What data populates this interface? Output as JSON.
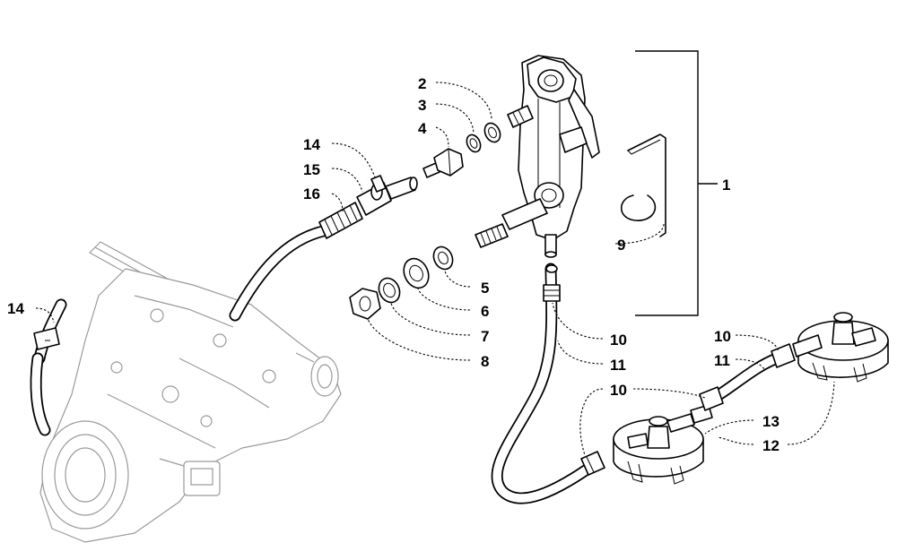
{
  "callouts": [
    {
      "id": "c2",
      "label": "2"
    },
    {
      "id": "c3",
      "label": "3"
    },
    {
      "id": "c4",
      "label": "4"
    },
    {
      "id": "c14a",
      "label": "14"
    },
    {
      "id": "c15",
      "label": "15"
    },
    {
      "id": "c16",
      "label": "16"
    },
    {
      "id": "c1",
      "label": "1"
    },
    {
      "id": "c9",
      "label": "9"
    },
    {
      "id": "c14b",
      "label": "14"
    },
    {
      "id": "c5",
      "label": "5"
    },
    {
      "id": "c6",
      "label": "6"
    },
    {
      "id": "c7",
      "label": "7"
    },
    {
      "id": "c8",
      "label": "8"
    },
    {
      "id": "c10a",
      "label": "10"
    },
    {
      "id": "c11a",
      "label": "11"
    },
    {
      "id": "c10b",
      "label": "10"
    },
    {
      "id": "c11b",
      "label": "11"
    },
    {
      "id": "c10c",
      "label": "10"
    },
    {
      "id": "c13",
      "label": "13"
    },
    {
      "id": "c12",
      "label": "12"
    }
  ],
  "colors": {
    "line": "#000000",
    "ghost": "#9a9a9a",
    "background": "#ffffff"
  }
}
